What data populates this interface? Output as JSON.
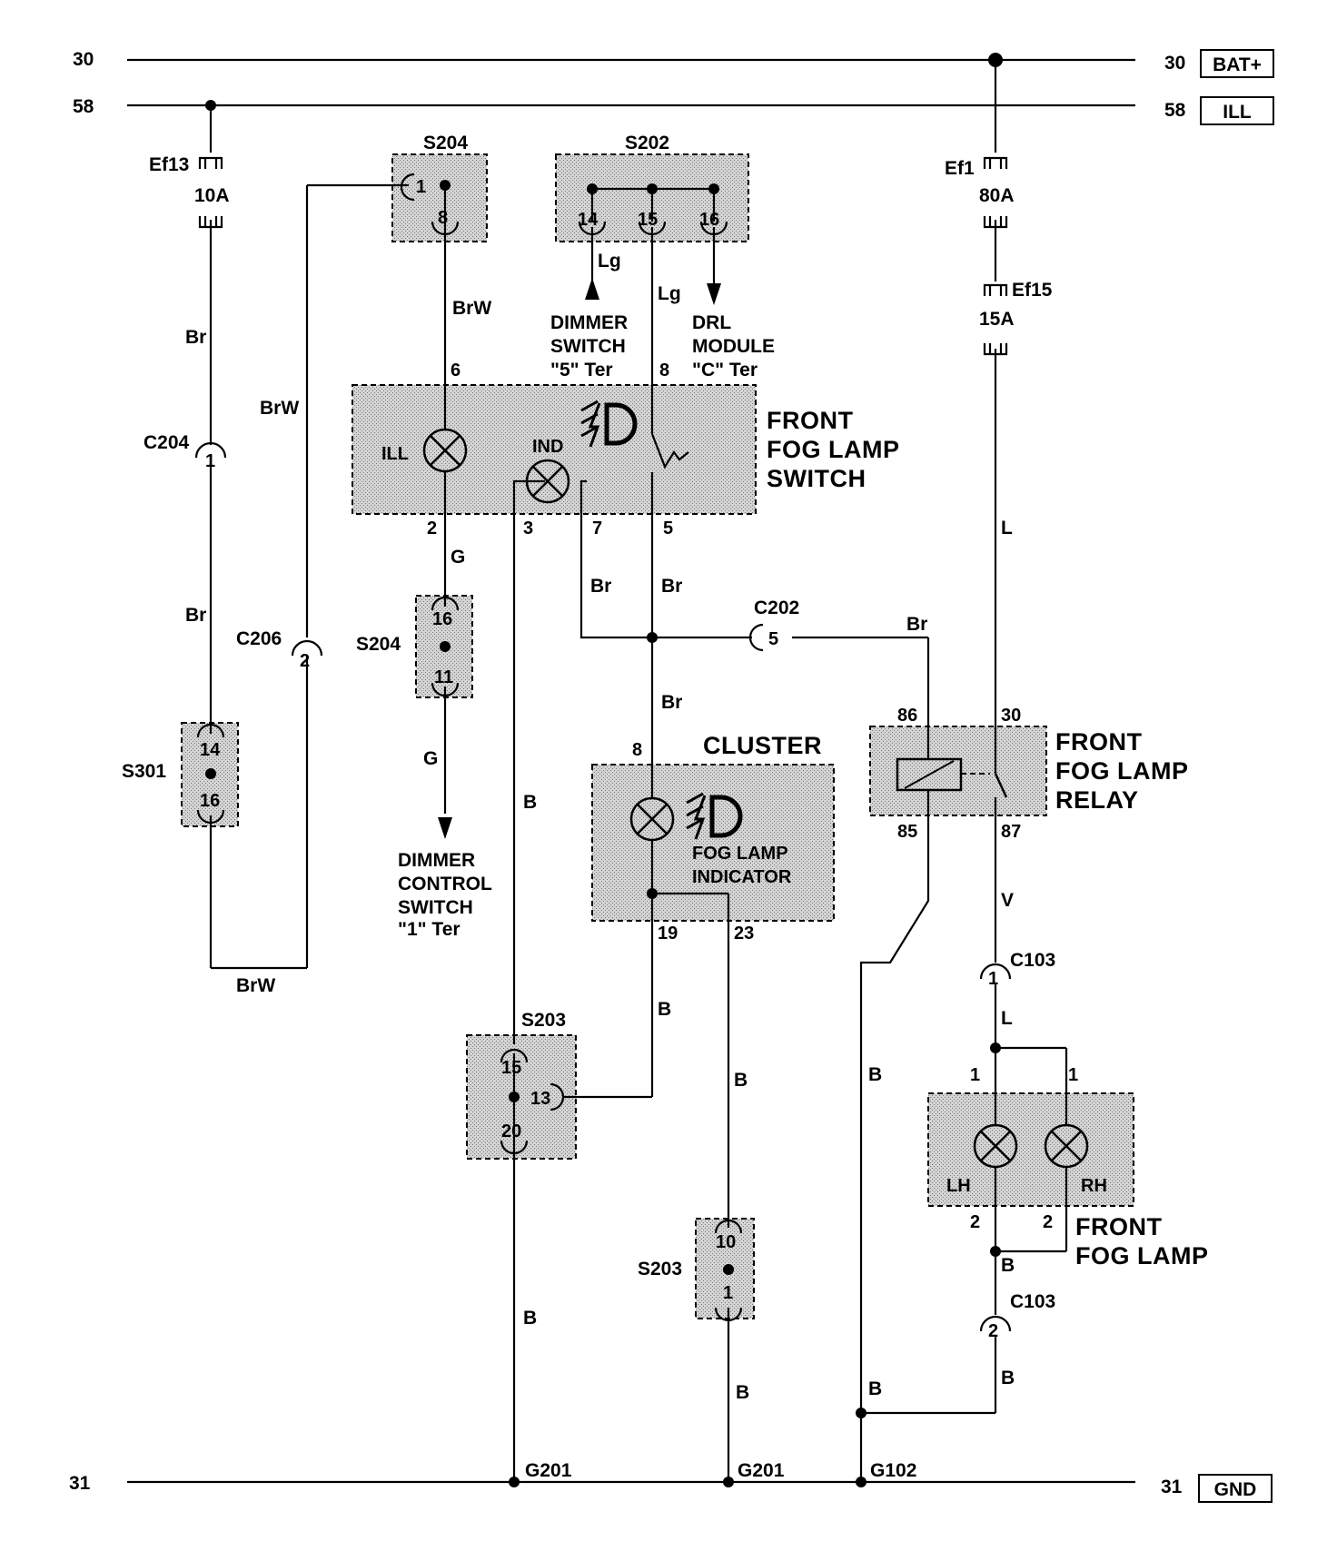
{
  "buses": {
    "b30": {
      "left": "30",
      "right": "30",
      "tag": "BAT+"
    },
    "b58": {
      "left": "58",
      "right": "58",
      "tag": "ILL"
    },
    "b31": {
      "left": "31",
      "right": "31",
      "tag": "GND"
    }
  },
  "fuses": {
    "ef13": {
      "name": "Ef13",
      "rating": "10A"
    },
    "ef1": {
      "name": "Ef1",
      "rating": "80A"
    },
    "ef15": {
      "name": "Ef15",
      "rating": "15A"
    }
  },
  "splices": {
    "s204_top": {
      "name": "S204",
      "pin1": "1",
      "pin8": "8"
    },
    "s202": {
      "name": "S202",
      "pin14": "14",
      "pin15": "15",
      "pin16": "16"
    },
    "s204_mid": {
      "name": "S204",
      "pin16": "16",
      "pin11": "11"
    },
    "s301": {
      "name": "S301",
      "pin14": "14",
      "pin16": "16"
    },
    "s203": {
      "name": "S203",
      "pin15": "15",
      "pin13": "13",
      "pin20": "20"
    },
    "s203_lower": {
      "name": "S203",
      "pin10": "10",
      "pin1": "1"
    }
  },
  "connectors": {
    "c204": {
      "name": "C204",
      "pin": "1"
    },
    "c206": {
      "name": "C206",
      "pin": "2"
    },
    "c202": {
      "name": "C202",
      "pin": "5"
    },
    "c103_top": {
      "name": "C103",
      "pin": "1"
    },
    "c103_bottom": {
      "name": "C103",
      "pin": "2"
    }
  },
  "wire_colors": {
    "br": "Br",
    "brw": "BrW",
    "lg": "Lg",
    "g": "G",
    "b": "B",
    "l": "L",
    "v": "V"
  },
  "refs": {
    "dimmer_switch": [
      "DIMMER",
      "SWITCH",
      "\"5\" Ter"
    ],
    "drl_module": [
      "DRL",
      "MODULE",
      "\"C\" Ter"
    ],
    "dimmer_control": [
      "DIMMER",
      "CONTROL",
      "SWITCH",
      "\"1\" Ter"
    ]
  },
  "front_fog_lamp_switch": {
    "title": [
      "FRONT",
      "FOG LAMP",
      "SWITCH"
    ],
    "ill": "ILL",
    "ind": "IND",
    "pins": {
      "p6": "6",
      "p8": "8",
      "p2": "2",
      "p3": "3",
      "p7": "7",
      "p5": "5"
    }
  },
  "cluster": {
    "title": "CLUSTER",
    "indicator": [
      "FOG LAMP",
      "INDICATOR"
    ],
    "pins": {
      "p8": "8",
      "p19": "19",
      "p23": "23"
    }
  },
  "front_fog_lamp_relay": {
    "title": [
      "FRONT",
      "FOG LAMP",
      "RELAY"
    ],
    "pins": {
      "p86": "86",
      "p30": "30",
      "p85": "85",
      "p87": "87"
    }
  },
  "front_fog_lamp": {
    "title": [
      "FRONT",
      "FOG LAMP"
    ],
    "lh": "LH",
    "rh": "RH",
    "lh_pin1": "1",
    "rh_pin1": "1",
    "lh_pin2": "2",
    "rh_pin2": "2"
  },
  "grounds": {
    "g201": "G201",
    "g102": "G102"
  }
}
